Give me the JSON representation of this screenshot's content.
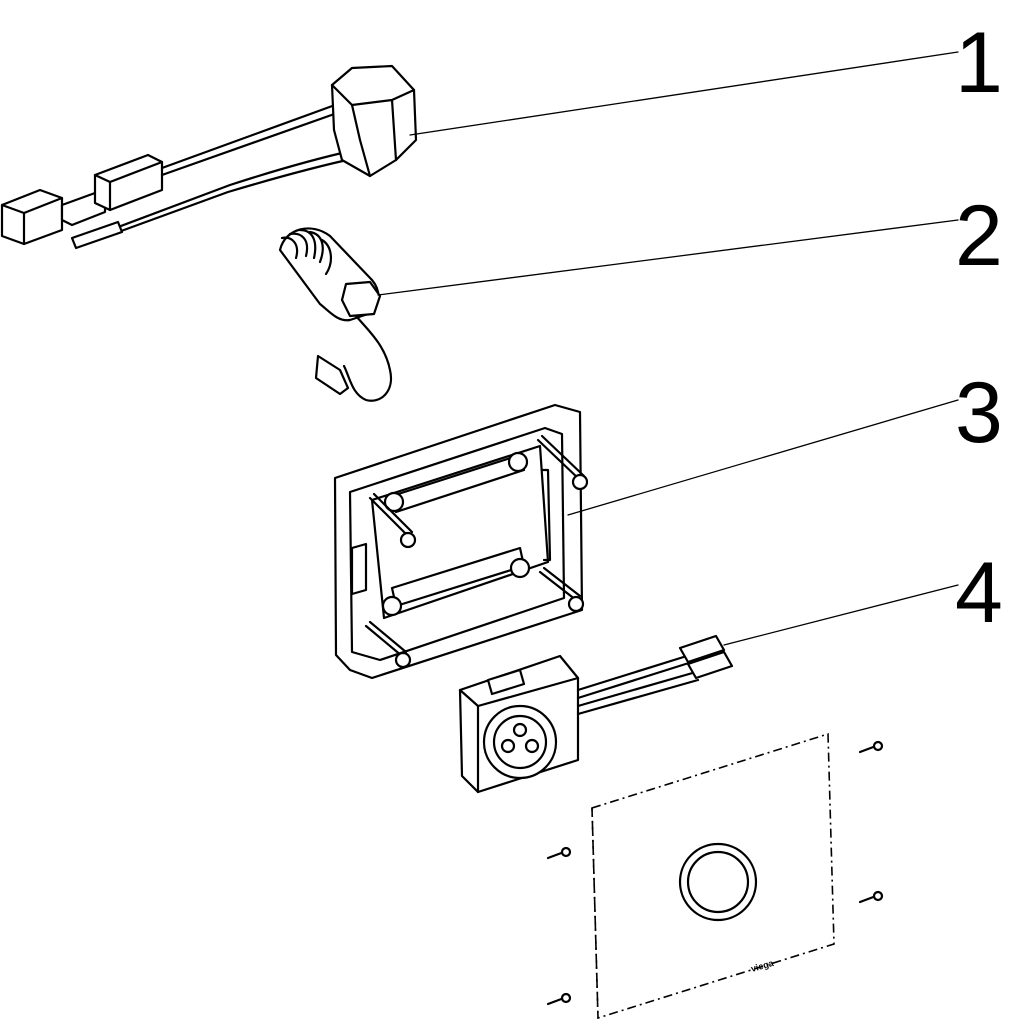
{
  "callouts": [
    {
      "label": "1"
    },
    {
      "label": "2"
    },
    {
      "label": "3"
    },
    {
      "label": "4"
    }
  ],
  "cover_plate": {
    "brand_mark": "viega"
  }
}
